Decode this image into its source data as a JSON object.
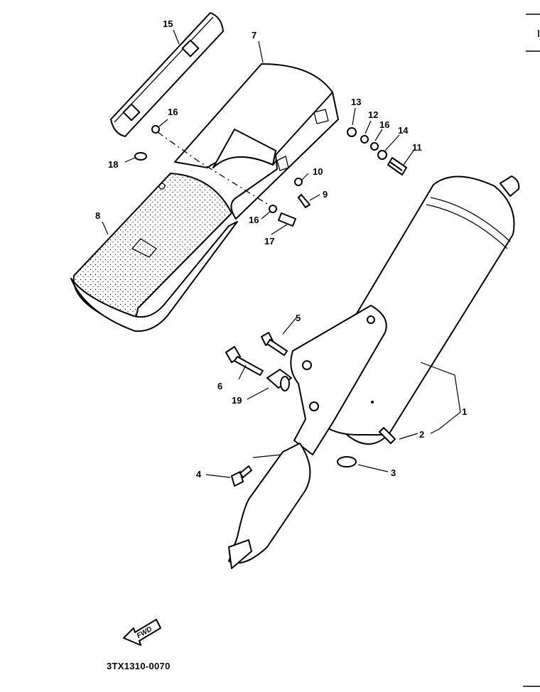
{
  "diagram": {
    "part_code": "3TX1310-0070",
    "direction_label": "FWD",
    "callouts": {
      "c1": "1",
      "c2": "2",
      "c3": "3",
      "c4": "4",
      "c5": "5",
      "c6": "6",
      "c7": "7",
      "c8": "8",
      "c9": "9",
      "c10": "10",
      "c11": "11",
      "c12": "12",
      "c13": "13",
      "c14": "14",
      "c15": "15",
      "c16a": "16",
      "c16b": "16",
      "c16c": "16",
      "c17": "17",
      "c18": "18",
      "c19": "19"
    }
  }
}
